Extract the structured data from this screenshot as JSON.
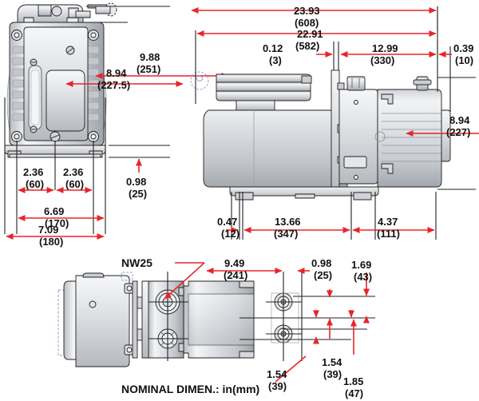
{
  "drawing": {
    "title_note": "NOMINAL DIMEN.: in(mm)",
    "callouts": [
      {
        "id": "nw25",
        "label": "NW25"
      }
    ],
    "colors": {
      "dimension_line": "#e8252a",
      "object_line": "#231f20",
      "hidden_line": "#8a8ec8",
      "body_light": "#f2f3f5",
      "body_mid": "#d3d6da",
      "body_dark": "#a9adb3",
      "text": "#111111",
      "background": "#ffffff"
    },
    "views": [
      {
        "id": "front-view",
        "name": "front-elevation-view"
      },
      {
        "id": "side-view",
        "name": "side-elevation-view"
      },
      {
        "id": "plan-view",
        "name": "bottom-plan-view"
      }
    ]
  },
  "dimensions": {
    "front_view": {
      "height_overall": {
        "in": "9.88",
        "mm": "(251)"
      },
      "height_body": {
        "in": "8.94",
        "mm": "(227.5)"
      },
      "height_foot": {
        "in": "0.98",
        "mm": "(25)"
      },
      "mount_left": {
        "in": "2.36",
        "mm": "(60)"
      },
      "mount_right": {
        "in": "2.36",
        "mm": "(60)"
      },
      "width_mount": {
        "in": "6.69",
        "mm": "(170)"
      },
      "width_overall": {
        "in": "7.09",
        "mm": "(180)"
      }
    },
    "side_view": {
      "length_overall": {
        "in": "23.93",
        "mm": "(608)"
      },
      "length_body": {
        "in": "22.91",
        "mm": "(582)"
      },
      "gap_flange": {
        "in": "0.12",
        "mm": "(3)"
      },
      "length_motor": {
        "in": "12.99",
        "mm": "(330)"
      },
      "motor_overhang": {
        "in": "0.39",
        "mm": "(10)"
      },
      "height_side": {
        "in": "8.94",
        "mm": "(227)"
      },
      "base_front_offset": {
        "in": "0.47",
        "mm": "(12)"
      },
      "base_length": {
        "in": "13.66",
        "mm": "(347)"
      },
      "base_rear": {
        "in": "4.37",
        "mm": "(111)"
      }
    },
    "plan_view": {
      "port_to_mount": {
        "in": "9.49",
        "mm": "(241)"
      },
      "edge_offset": {
        "in": "0.98",
        "mm": "(25)"
      },
      "mount_offset_top": {
        "in": "1.69",
        "mm": "(43)"
      },
      "mount_spacing_a": {
        "in": "1.54",
        "mm": "(39)"
      },
      "mount_spacing_b": {
        "in": "1.54",
        "mm": "(39)"
      },
      "mount_offset_bottom": {
        "in": "1.85",
        "mm": "(47)"
      }
    }
  }
}
